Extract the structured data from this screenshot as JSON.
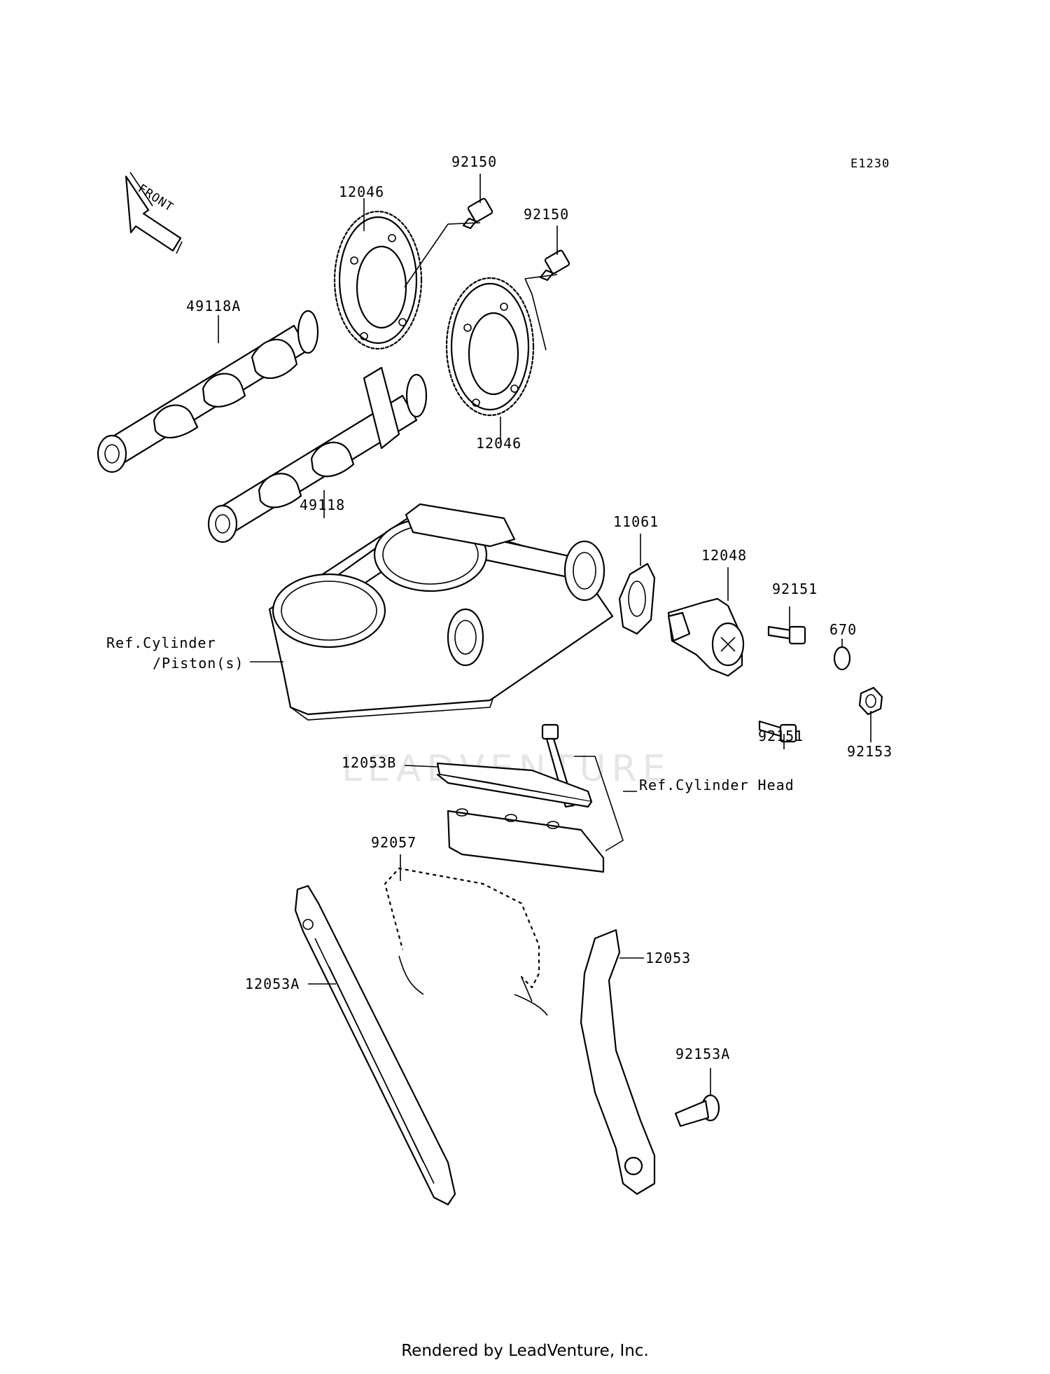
{
  "diagram": {
    "ref_code": "E1230",
    "front_arrow_label": "FRONT",
    "watermark": "LEADVENTURE",
    "parts": {
      "p92150_a": "92150",
      "p92150_b": "92150",
      "p12046_a": "12046",
      "p12046_b": "12046",
      "p49118A": "49118A",
      "p49118": "49118",
      "p11061": "11061",
      "p12048": "12048",
      "p92151_a": "92151",
      "p92151_b": "92151",
      "p670": "670",
      "p92153": "92153",
      "p12053B": "12053B",
      "p92057": "92057",
      "p12053": "12053",
      "p12053A": "12053A",
      "p92153A": "92153A"
    },
    "refs": {
      "cylinder_line1": "Ref.Cylinder",
      "cylinder_line2": "/Piston(s)",
      "cylinder_head": "Ref.Cylinder Head"
    }
  },
  "footer": {
    "rendered_by": "Rendered by LeadVenture, Inc."
  }
}
